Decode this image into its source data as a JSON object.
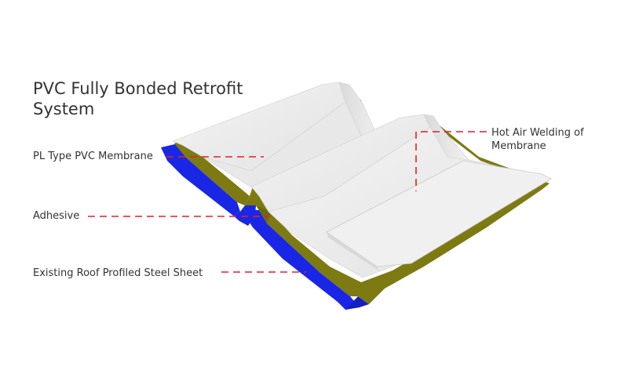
{
  "title": "PVC Fully Bonded Retrofit System",
  "labels": {
    "membrane": "PL Type PVC Membrane",
    "adhesive": "Adhesive",
    "steel": "Existing Roof Profiled Steel Sheet",
    "welding": "Hot Air Welding of Membrane"
  },
  "colors": {
    "membrane": "#ededed",
    "adhesive": "#7d7a12",
    "steel": "#1a26e6",
    "leader": "#e0202a"
  }
}
